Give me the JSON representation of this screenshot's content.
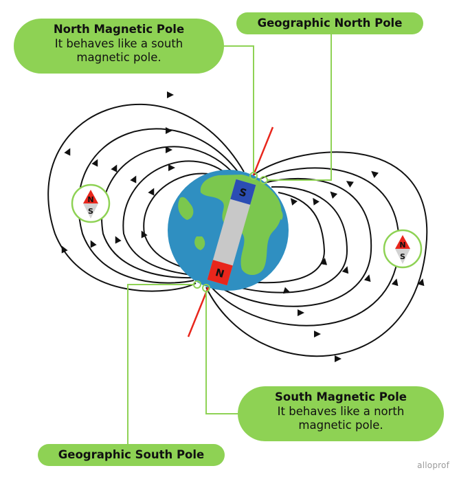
{
  "labels": {
    "north_magnetic_pole": {
      "title": "North Magnetic Pole",
      "description_line1": "It behaves like a south",
      "description_line2": "magnetic pole."
    },
    "geographic_north_pole": "Geographic North Pole",
    "south_magnetic_pole": {
      "title": "South Magnetic Pole",
      "description_line1": "It behaves like a north",
      "description_line2": "magnetic pole."
    },
    "geographic_south_pole": "Geographic South Pole"
  },
  "magnet": {
    "top_pole": "S",
    "bottom_pole": "N"
  },
  "compasses": {
    "left": {
      "top": "N",
      "bottom": "S"
    },
    "right": {
      "top": "N",
      "bottom": "S"
    }
  },
  "brand": "alloprof",
  "colors": {
    "label_green": "#8ed254",
    "ocean": "#2f8fc1",
    "land": "#7bc74e",
    "magnet_body": "#c8c8c8",
    "magnet_south": "#2b4db4",
    "magnet_north": "#e8261c",
    "axis_line": "#e8261c",
    "field_lines": "#111111"
  }
}
